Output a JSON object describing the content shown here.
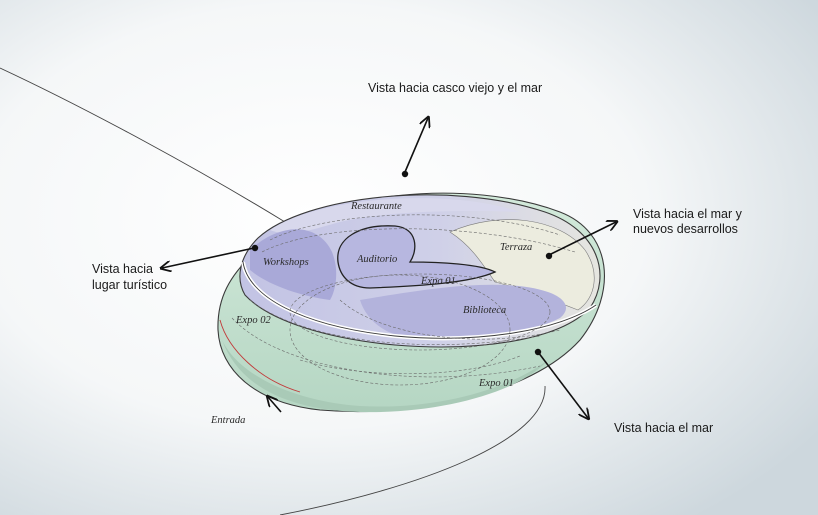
{
  "views": {
    "casco_viejo": "Vista hacia casco viejo y el mar",
    "mar_nuevos": [
      "Vista hacia el mar y",
      "nuevos desarrollos"
    ],
    "lugar_turistico": [
      "Vista hacia",
      "lugar turístico"
    ],
    "mar": "Vista hacia el mar"
  },
  "zones": {
    "restaurante": "Restaurante",
    "terraza": "Terraza",
    "workshops": "Workshops",
    "auditorio": "Auditorio",
    "expo01_inner": "Expo 01",
    "biblioteca": "Biblioteca",
    "expo02": "Expo 02",
    "expo01_outer": "Expo 01",
    "entrada": "Entrada"
  },
  "colors": {
    "lavender": "#b9b9de",
    "pale_lavender": "#dcdcec",
    "cream": "#ececdf",
    "mint": "#c9e3d2",
    "pale_mint": "#dcefe2",
    "outline": "#3a3a3a"
  }
}
